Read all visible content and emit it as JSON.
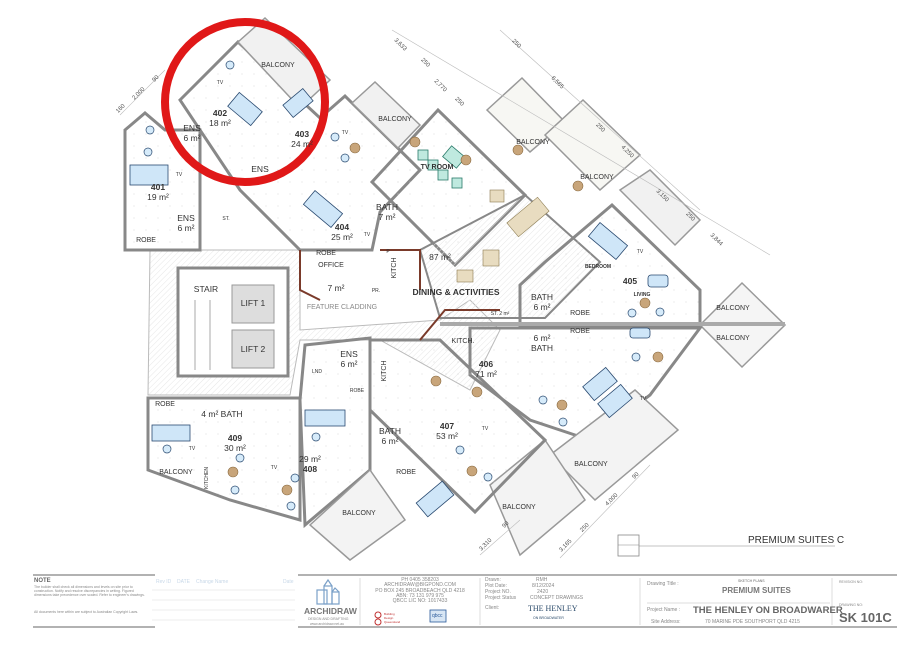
{
  "plan": {
    "rooms": [
      {
        "name": "402",
        "area": "18 m²"
      },
      {
        "name": "ENS",
        "area": "6 m²"
      },
      {
        "name": "403",
        "area": "24 m²"
      },
      {
        "name": "ENS",
        "area": ""
      },
      {
        "name": "401",
        "area": "19 m²"
      },
      {
        "name": "ENS",
        "area": "6 m²"
      },
      {
        "name": "BATH",
        "area": "7 m²"
      },
      {
        "name": "404",
        "area": "25 m²"
      },
      {
        "name": "405",
        "area": ""
      },
      {
        "name": "BATH",
        "area": "6 m²"
      },
      {
        "name": "BATH",
        "area": "6 m²"
      },
      {
        "name": "406",
        "area": "71 m²"
      },
      {
        "name": "ENS",
        "area": "6 m²"
      },
      {
        "name": "409",
        "area": "30 m²"
      },
      {
        "name": "408",
        "area": "29 m²"
      },
      {
        "name": "BATH",
        "area": "6 m²"
      },
      {
        "name": "407",
        "area": "53 m²"
      },
      {
        "name": "DINING & ACTIVITIES",
        "area": "87 m²"
      },
      {
        "name": "OFFICE",
        "area": "7 m²"
      }
    ],
    "labels": {
      "balcony": "BALCONY",
      "tv_room": "TV ROOM",
      "robe": "ROBE",
      "st": "ST.",
      "st2": "ST.  2 m²",
      "kitch": "KITCH",
      "kitch_dot": "KITCH.",
      "kitchen": "KITCHEN",
      "stair": "STAIR",
      "lift1": "LIFT 1",
      "lift2": "LIFT 2",
      "bedroom": "BEDROOM",
      "living": "LIVING",
      "feature_cladding": "FEATURE CLADDING",
      "lnd": "LND",
      "bath_4": "4 m²  BATH",
      "tv": "TV",
      "p": "P",
      "pr": "PR."
    },
    "dimensions": [
      "3,633",
      "250",
      "2,770",
      "250",
      "250",
      "6,565",
      "250",
      "4,250",
      "3,150",
      "250",
      "3,844",
      "160",
      "2,000",
      "90",
      "3,310",
      "90",
      "3,165",
      "250",
      "4,000",
      "90"
    ],
    "sheet_title": "PREMIUM SUITES C"
  },
  "title_block": {
    "note_heading": "NOTE",
    "note_text": "The builder shall check all dimensions and levels on site prior to construction. Notify and resolve discrepancies in writing. Figured dimensions take precedence over scaled. Refer to engineer's drawings.",
    "copyright": "All documents here within are subject to Australian Copyright Laws.",
    "revision_headers": [
      "Rev ID",
      "DATE",
      "Change Name",
      "Date"
    ],
    "firm_name": "ARCHIDRAW",
    "firm_sub": "DESIGN AND DRAFTING",
    "firm_web": "www.archidraw.net.au",
    "contact": [
      "PH 0405 358203",
      "ARCHIDRAW@BIGPOND.COM",
      "PO BOX 245 BROADBEACH  QLD  4218",
      "ABN: 73 131 979 975",
      "QBCC LIC NO: 1017433"
    ],
    "badges": {
      "bdq": "Building Design Queensland",
      "qbcc": "qbcc"
    },
    "drawn_label": "Drawn:",
    "drawn": "RMH",
    "plot_label": "Plot Date:",
    "plot": "8/12/2024",
    "projno_label": "Project NO.",
    "projno": "2420",
    "status_label": "Project Status",
    "status": "CONCEPT DRAWINGS",
    "client_label": "Client:",
    "client_logo": "THE HENLEY",
    "client_logo_sub": "ON BROADWATER",
    "drawing_title_label": "Drawing Title :",
    "drawing_title_sub": "SKETCH PLANS",
    "drawing_title": "PREMIUM SUITES",
    "project_name_label": "Project Name :",
    "project_name": "THE HENLEY ON BROADWARER",
    "site_address_label": "Site Address:",
    "site_address": "70 MARINE PDE SOUTHPORT QLD 4215",
    "revision_label": "REVISION NO:",
    "drawing_no_label": "DRAWING NO:",
    "drawing_no": "SK 101C"
  },
  "colors": {
    "highlight": "#e01818",
    "wall": "#8a8a8a",
    "bed": "#cfe6f8",
    "table": "#c8a57a",
    "sofa": "#bfe9df",
    "timber": "#e8dcc0",
    "accent_wall": "#7a3a2a"
  }
}
